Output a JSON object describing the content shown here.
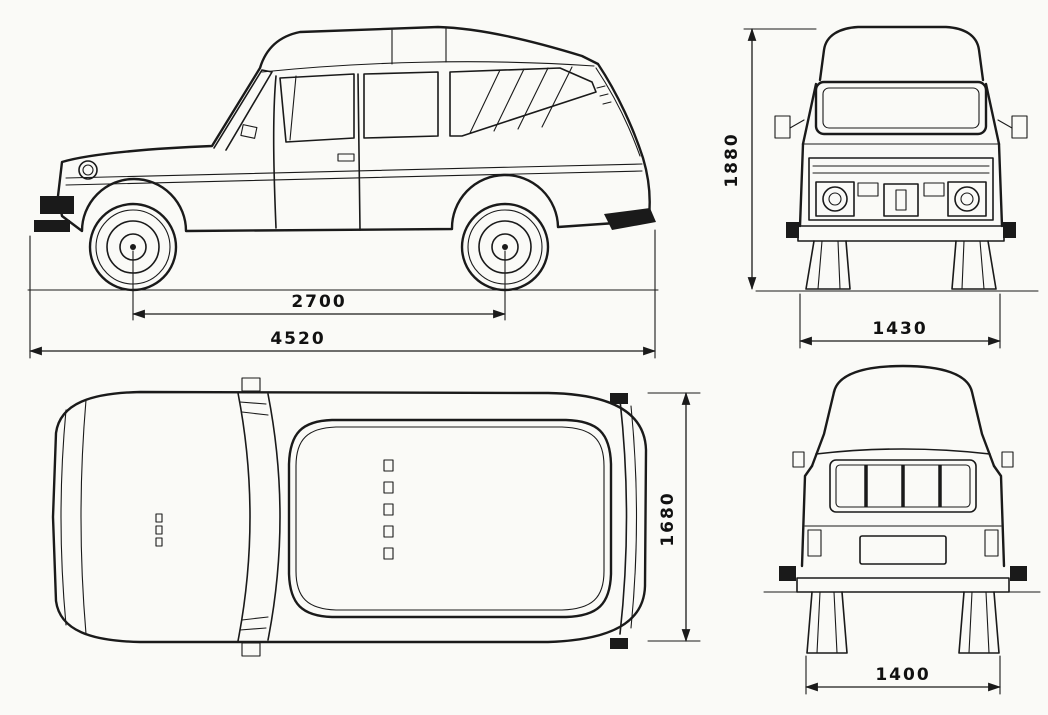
{
  "diagram": {
    "kind": "car-blueprint-four-views",
    "views": {
      "side": {
        "label": "side-view"
      },
      "front": {
        "label": "front-view"
      },
      "top": {
        "label": "top-plan-view"
      },
      "rear": {
        "label": "rear-view"
      }
    }
  },
  "dimensions": {
    "wheelbase": "2700",
    "overall_length": "4520",
    "overall_height": "1880",
    "front_track": "1430",
    "overall_width": "1680",
    "rear_track": "1400"
  },
  "colors": {
    "ink": "#1a1a1a",
    "background": "#fafaf7"
  }
}
